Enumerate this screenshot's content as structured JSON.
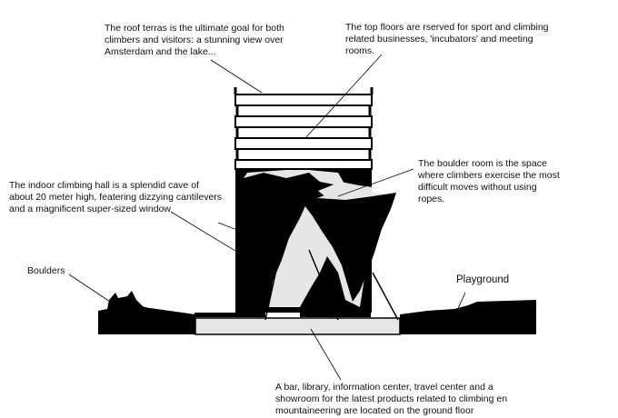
{
  "annotations": {
    "roof": "The roof terras is the ultimate goal for both climbers and visitors: a stunning view over Amsterdam and the lake...",
    "top_floors": "The top floors are rserved for sport and climbing related businesses, 'incubators' and meeting rooms.",
    "boulder_room": "The boulder room is the space where climbers exercise the most difficult moves without using ropes.",
    "climbing_hall": "The indoor climbing hall is a splendid cave of about 20 meter high, featering dizzying cantilevers and a magnificent super-sized window",
    "boulders": "Boulders",
    "playground": "Playground",
    "ground_floor": "A bar, library, information center, travel center and a showroom for the latest products related to climbing en mountaineering are located on the  ground floor"
  },
  "colors": {
    "ink": "#000000",
    "fill": "#e6e6e6",
    "paper": "#ffffff"
  }
}
